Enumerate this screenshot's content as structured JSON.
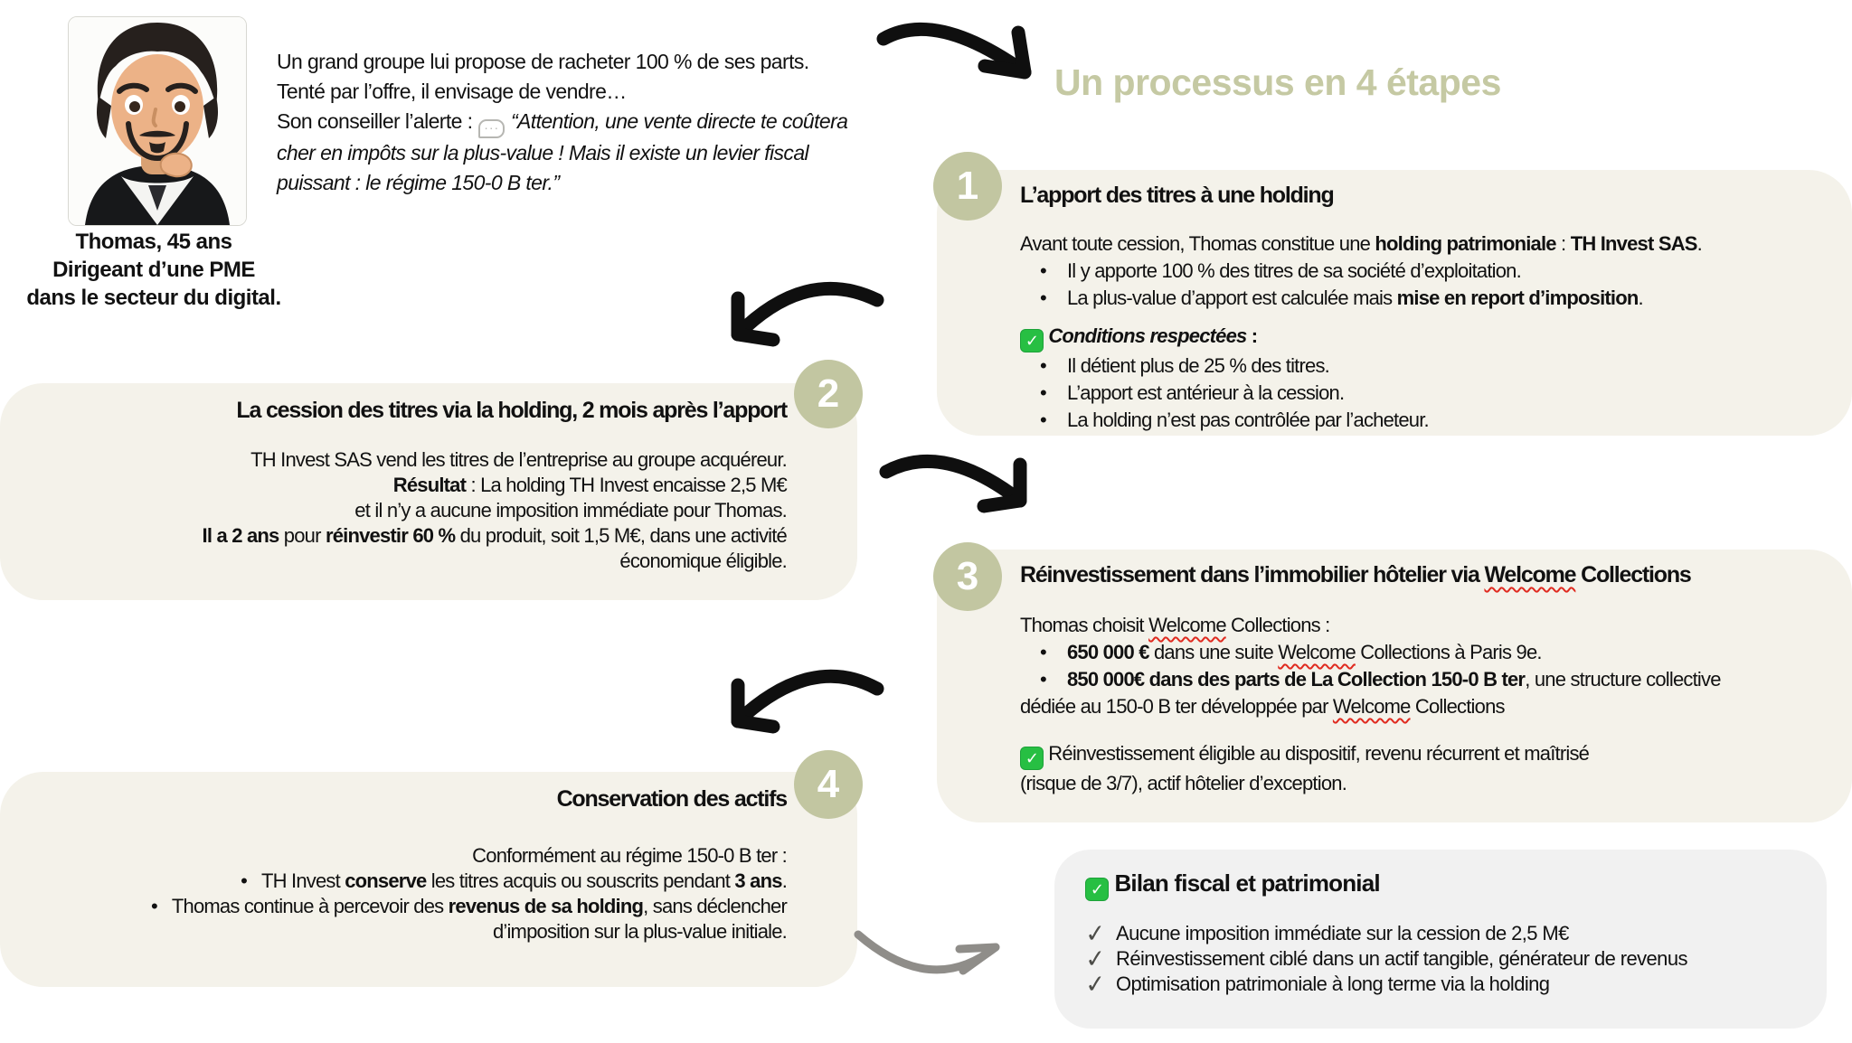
{
  "persona": {
    "name": "Thomas, 45 ans",
    "role_line_1": "Dirigeant d’une PME",
    "role_line_2": "dans le secteur du digital."
  },
  "intro": {
    "lines": [
      [
        {
          "t": "Un grand groupe lui propose de racheter 100 % de ses parts."
        }
      ],
      [
        {
          "t": "Tenté par l’offre, il envisage de vendre…"
        }
      ],
      [
        {
          "t": "Son conseiller l’alerte : "
        },
        {
          "icon": "speech-bubble"
        },
        {
          "t": " “Attention, une vente directe te coûtera",
          "i": true
        }
      ],
      [
        {
          "t": "cher en impôts sur la plus-value ! Mais il existe un levier fiscal",
          "i": true
        }
      ],
      [
        {
          "t": "puissant : le régime 150-0 B ter.”",
          "i": true
        }
      ]
    ]
  },
  "heading": {
    "title": "Un processus en 4 étapes"
  },
  "steps": [
    {
      "number": "1",
      "title": "L’apport des titres à une holding",
      "intro": [
        {
          "t": "Avant toute cession, Thomas constitue une "
        },
        {
          "t": "holding patrimoniale",
          "b": true
        },
        {
          "t": " : "
        },
        {
          "t": "TH Invest SAS",
          "b": true
        },
        {
          "t": "."
        }
      ],
      "bullets": [
        [
          {
            "t": "Il y apporte 100 % des titres de sa société d’exploitation."
          }
        ],
        [
          {
            "t": "La plus-value d’apport est calculée mais "
          },
          {
            "t": "mise en report d’imposition",
            "b": true
          },
          {
            "t": "."
          }
        ]
      ],
      "conditions_title": [
        {
          "icon": "check-green"
        },
        {
          "t": " "
        },
        {
          "t": "Conditions respectées",
          "b": true,
          "i": true
        },
        {
          "t": "  :",
          "b": true
        }
      ],
      "conditions": [
        "Il détient plus de 25 % des titres.",
        "L’apport est antérieur à la cession.",
        "La holding n’est pas contrôlée par l’acheteur."
      ]
    },
    {
      "number": "2",
      "title": "La cession des titres via la holding, 2 mois après l’apport",
      "lines": [
        [
          {
            "t": "TH Invest SAS vend les titres de l’entreprise au groupe acquéreur."
          }
        ],
        [
          {
            "t": "Résultat",
            "b": true
          },
          {
            "t": " : La holding TH Invest encaisse 2,5 M€"
          }
        ],
        [
          {
            "t": "et il n’y a aucune imposition immédiate pour Thomas."
          }
        ],
        [
          {
            "t": "Il a 2 ans",
            "b": true
          },
          {
            "t": " pour "
          },
          {
            "t": "réinvestir 60 %",
            "b": true
          },
          {
            "t": " du produit, soit 1,5 M€, dans une activité"
          }
        ],
        [
          {
            "t": "économique éligible."
          }
        ]
      ]
    },
    {
      "number": "3",
      "title": [
        {
          "t": "Réinvestissement dans l’immobilier hôtelier via "
        },
        {
          "t": "Welcome",
          "w": true
        },
        {
          "t": " Collections"
        }
      ],
      "intro": [
        {
          "t": "Thomas choisit "
        },
        {
          "t": "Welcome",
          "w": true
        },
        {
          "t": " Collections :"
        }
      ],
      "bullets": [
        [
          {
            "t": "650 000 €",
            "b": true
          },
          {
            "t": " dans une suite "
          },
          {
            "t": "Welcome",
            "w": true
          },
          {
            "t": " Collections à Paris 9e."
          }
        ],
        [
          {
            "t": "850 000€ dans des parts de La Collection 150-0 B ter",
            "b": true
          },
          {
            "t": ", une structure collective"
          }
        ]
      ],
      "bullet_continuation": [
        {
          "t": "dédiée au 150-0 B ter développée par "
        },
        {
          "t": "Welcome",
          "w": true
        },
        {
          "t": " Collections"
        }
      ],
      "eligibility": [
        [
          {
            "icon": "check-green"
          },
          {
            "t": " Réinvestissement éligible au dispositif, revenu récurrent et maîtrisé"
          }
        ],
        [
          {
            "t": "(risque de 3/7), actif hôtelier d’exception."
          }
        ]
      ]
    },
    {
      "number": "4",
      "title": "Conservation des actifs",
      "lines": [
        [
          {
            "t": "Conformément au régime 150-0 B ter :"
          }
        ]
      ],
      "bullets": [
        [
          {
            "t": "TH Invest "
          },
          {
            "t": "conserve",
            "b": true
          },
          {
            "t": " les titres acquis ou souscrits pendant "
          },
          {
            "t": "3 ans",
            "b": true
          },
          {
            "t": "."
          }
        ],
        [
          {
            "t": "Thomas continue à percevoir des "
          },
          {
            "t": "revenus de sa holding",
            "b": true
          },
          {
            "t": ", sans déclencher"
          }
        ]
      ],
      "closing": [
        {
          "t": "d’imposition sur la plus-value initiale."
        }
      ]
    }
  ],
  "summary": {
    "title": [
      {
        "icon": "check-green"
      },
      {
        "t": " "
      },
      {
        "t": "Bilan fiscal et patrimonial",
        "b": true
      }
    ],
    "items": [
      [
        {
          "icon": "check-gray"
        },
        {
          "t": "Aucune imposition immédiate sur la cession de 2,5 M€"
        }
      ],
      [
        {
          "icon": "check-gray"
        },
        {
          "t": "Réinvestissement ciblé dans un actif tangible, générateur de revenus"
        }
      ],
      [
        {
          "icon": "check-gray"
        },
        {
          "t": "Optimisation patrimoniale à long terme via la holding"
        }
      ]
    ]
  },
  "colors": {
    "accent_sage": "#c5c9a3",
    "circle_sage": "#c2c6a1",
    "card_beige": "#f4f2ea",
    "summary_gray": "#f1f1f1",
    "squiggle_red": "#e02b20",
    "check_green": "#27bf43",
    "check_gray": "#4d4d49",
    "arrow_black": "#0f0f0f",
    "arrow_gray": "#8f8d89"
  }
}
